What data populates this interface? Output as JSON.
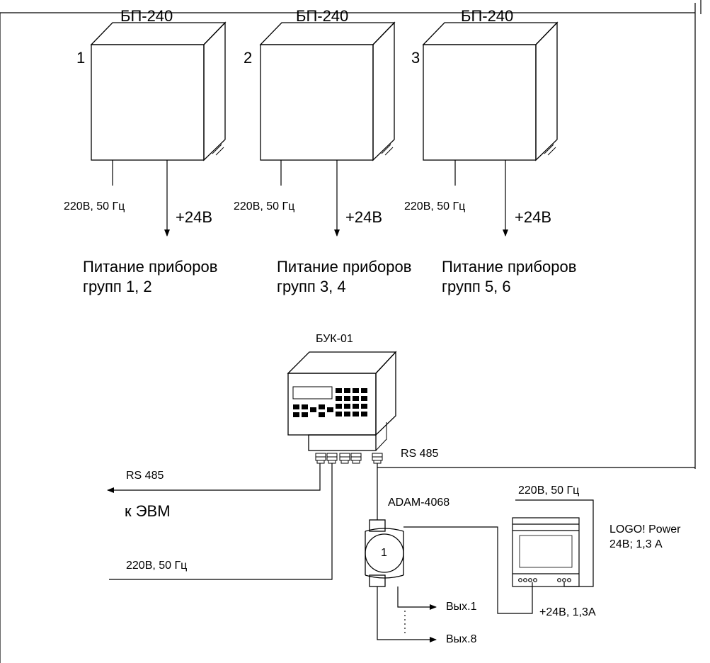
{
  "psu_units": [
    {
      "model": "БП-240",
      "number": "1",
      "mains": "220В, 50 Гц",
      "output": "+24В",
      "purpose": [
        "Питание приборов",
        "групп 1, 2"
      ]
    },
    {
      "model": "БП-240",
      "number": "2",
      "mains": "220В, 50 Гц",
      "output": "+24В",
      "purpose": [
        "Питание приборов",
        "групп 3, 4"
      ]
    },
    {
      "model": "БП-240",
      "number": "3",
      "mains": "220В, 50 Гц",
      "output": "+24В",
      "purpose": [
        "Питание приборов",
        "групп 5, 6"
      ]
    }
  ],
  "controller": {
    "model": "БУК-01",
    "rs485_right": "RS 485",
    "rs485_left": "RS 485",
    "pc": "к ЭВМ",
    "mains": "220В, 50 Гц"
  },
  "adam": {
    "model": "ADAM-4068",
    "number": "1",
    "out1": "Вых.1",
    "out8": "Вых.8"
  },
  "logo": {
    "mains": "220В, 50 Гц",
    "name": "LOGO! Power",
    "rating": "24В; 1,3 А",
    "output": "+24В, 1,3А"
  }
}
